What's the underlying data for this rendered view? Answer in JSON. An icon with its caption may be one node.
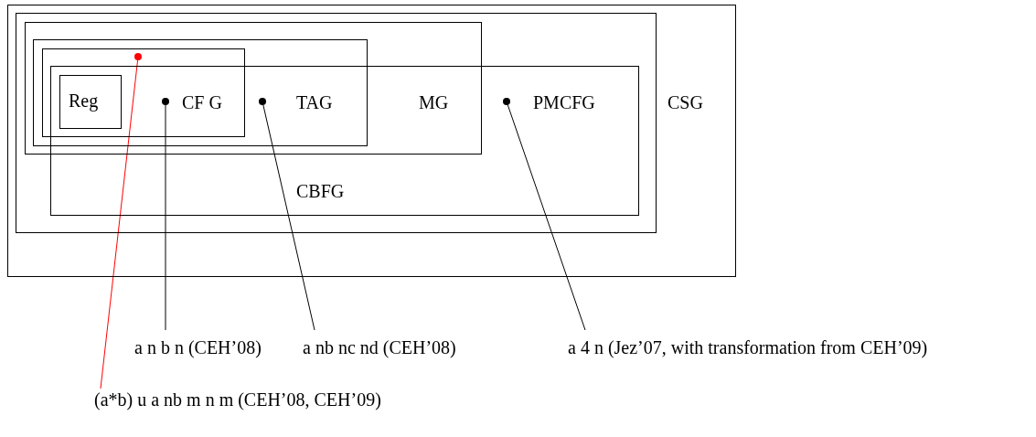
{
  "diagram": {
    "nodes": [
      {
        "text": [
          "CSG"
        ]
      },
      {
        "text": [],
        "shape": "box",
        "in": 0
      },
      {
        "text": [
          "MG"
        ],
        "in": 1
      },
      {
        "text": [
          "TAG"
        ],
        "in": 2
      },
      {
        "text": [
          "CF G"
        ],
        "in": 3
      },
      {
        "text": [
          "Reg"
        ]
      },
      {
        "text": [
          "PMCFG",
          "CBFG"
        ],
        "in": 1
      },
      {
        "text": [],
        "shape": "circle",
        "in": 4
      },
      {
        "text": [],
        "shape": "circle"
      },
      {
        "text": [],
        "shape": "circle"
      },
      {
        "text": [],
        "shape": "circle",
        "in": 6
      },
      {
        "text": [
          "a n b n (CEH’08)"
        ]
      },
      {
        "text": [
          "a nb nc nd (CEH’08)"
        ]
      },
      {
        "text": [
          "a 4 n (Jez’07, with transformation from CEH’09)"
        ]
      },
      {
        "text": [
          "(a*b) u a nb m n m (CEH’08, CEH’09)"
        ]
      }
    ],
    "edges": [
      {
        "from": 11,
        "to": 8,
        "arrow": "none"
      },
      {
        "from": 12,
        "to": 9,
        "arrow": "none"
      },
      {
        "from": 13,
        "to": 10,
        "arrow": "none"
      },
      {
        "from": 14,
        "to": 7,
        "arrow": "none",
        "color": "#ff0000"
      }
    ]
  }
}
